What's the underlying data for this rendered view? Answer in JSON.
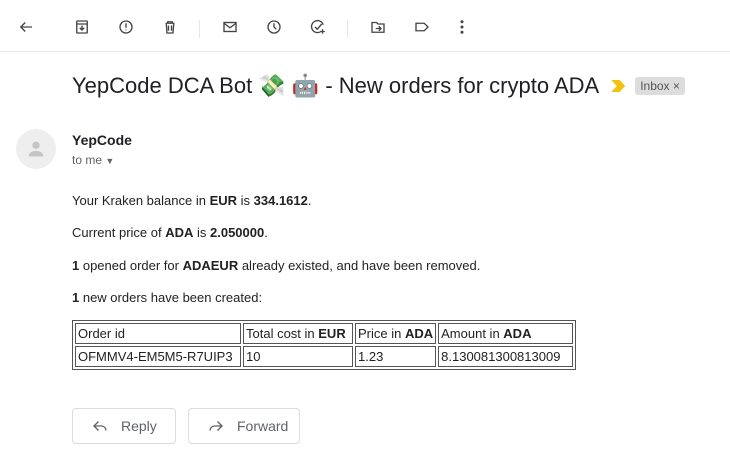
{
  "toolbar": {
    "icons": [
      "back-icon",
      "archive-icon",
      "report-spam-icon",
      "delete-icon",
      "mark-unread-icon",
      "snooze-icon",
      "add-task-icon",
      "move-to-icon",
      "label-icon",
      "more-icon"
    ]
  },
  "subject": {
    "text": "YepCode DCA Bot 💸 🤖 - New orders for crypto ADA",
    "label": "Inbox",
    "label_close": "×"
  },
  "sender": {
    "name": "YepCode",
    "to": "to me"
  },
  "body": {
    "p1": {
      "a": "Your Kraken balance in ",
      "b": "EUR",
      "c": " is ",
      "d": "334.1612",
      "e": "."
    },
    "p2": {
      "a": "Current price of ",
      "b": "ADA",
      "c": " is ",
      "d": "2.050000",
      "e": "."
    },
    "p3": {
      "a": "1",
      "b": " opened order for ",
      "c": "ADAEUR",
      "d": " already existed, and have been removed."
    },
    "p4": {
      "a": "1",
      "b": " new orders have been created:"
    }
  },
  "table": {
    "headers": [
      {
        "t": "Order id",
        "b": ""
      },
      {
        "t": "Total cost in ",
        "b": "EUR"
      },
      {
        "t": "Price in ",
        "b": "ADA"
      },
      {
        "t": "Amount in ",
        "b": "ADA"
      }
    ],
    "rows": [
      [
        "OFMMV4-EM5M5-R7UIP3",
        "10",
        "1.23",
        "8.130081300813009"
      ]
    ]
  },
  "actions": {
    "reply": "Reply",
    "forward": "Forward"
  },
  "colors": {
    "important": "#f4c20d"
  }
}
